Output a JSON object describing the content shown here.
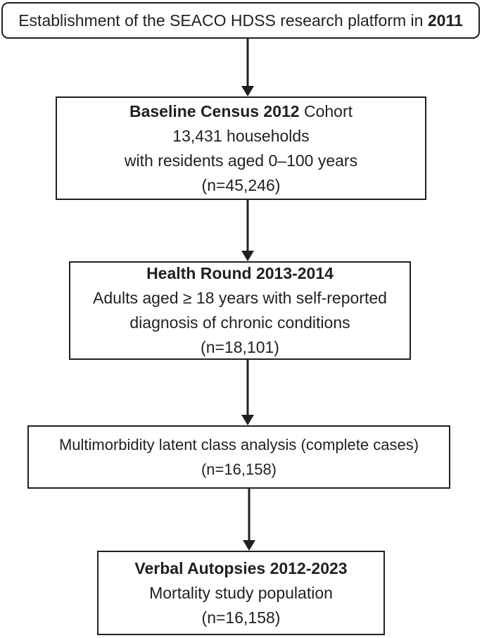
{
  "figure": {
    "description": "Flow diagram of SEACO HDSS study population",
    "colors": {
      "background": "#ffffff",
      "border": "#231f20",
      "text": "#231f20"
    },
    "nodes": {
      "platform": {
        "text_regular": "Establishment of the SEACO HDSS research platform in ",
        "text_bold": "2011"
      },
      "baseline_census": {
        "title_bold": "Baseline Census 2012",
        "title_regular": " Cohort",
        "line2": "13,431 households",
        "line3": "with residents aged 0–100 years",
        "line4": "(n=45,246)"
      },
      "health_round": {
        "title_bold": "Health Round 2013-2014",
        "line2": "Adults aged ≥ 18 years with self-reported",
        "line3": "diagnosis of chronic conditions",
        "line4": "(n=18,101)"
      },
      "lca": {
        "line1": "Multimorbidity latent class analysis (complete cases)",
        "line2": "(n=16,158)"
      },
      "verbal_autopsies": {
        "title_bold": "Verbal Autopsies 2012-2023",
        "line2": "Mortality study population",
        "line3": "(n=16,158)"
      }
    },
    "edges": [
      {
        "from": "platform",
        "to": "baseline_census"
      },
      {
        "from": "baseline_census",
        "to": "health_round"
      },
      {
        "from": "health_round",
        "to": "lca"
      },
      {
        "from": "lca",
        "to": "verbal_autopsies"
      }
    ]
  }
}
